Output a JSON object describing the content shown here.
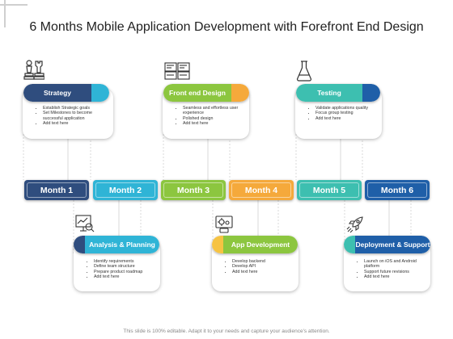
{
  "title": "6 Months Mobile Application Development with Forefront  End Design",
  "footer": "This slide is 100% editable. Adapt it to your needs and capture your audience's attention.",
  "colors": {
    "navy": "#2f4d7e",
    "cyan": "#2fb4d6",
    "green": "#8cc63f",
    "orange": "#f5a93b",
    "teal": "#3dbfb0",
    "blue": "#1f5fa8",
    "yellow": "#f6c343"
  },
  "months": [
    "Month 1",
    "Month 2",
    "Month 3",
    "Month 4",
    "Month 5",
    "Month 6"
  ],
  "top_cards": [
    {
      "title": "Strategy",
      "icon": "chess-icon",
      "bullets": [
        "Establish Strategic goals",
        "Set Milestones to become successful application",
        "Add text here"
      ]
    },
    {
      "title": "Front end Design",
      "icon": "web-layout-icon",
      "bullets": [
        "Seamless and effortless user experience",
        "Polished design",
        "Add text here"
      ]
    },
    {
      "title": "Testing",
      "icon": "flask-icon",
      "bullets": [
        "Validate applications quality",
        "Focus group testing",
        "Add text here"
      ]
    }
  ],
  "bottom_cards": [
    {
      "title": "Analysis & Planning",
      "icon": "analysis-chart-icon",
      "bullets": [
        "Identify requirements",
        "Define team structure",
        "Prepare product roadmap",
        "Add text here"
      ]
    },
    {
      "title": "App Development",
      "icon": "gears-icon",
      "bullets": [
        "Develop backend",
        "Develop API",
        "Add text here"
      ]
    },
    {
      "title": "Deployment & Support",
      "icon": "rocket-icon",
      "bullets": [
        "Launch on iOS and Android platform",
        "Support future revisions",
        "Add text here"
      ]
    }
  ]
}
